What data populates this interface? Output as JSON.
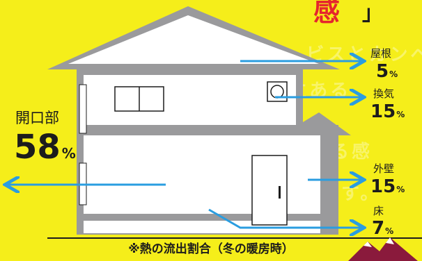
{
  "header_accent": "感",
  "header_quote": "」",
  "background_lines": [
    "が、をすえた。ビスとカンペ",
    "の思いで倒立ある",
    "ミ。レネうといる感",
    "思想習慣が重要です。"
  ],
  "items": {
    "roof": {
      "label": "屋根",
      "value": "5",
      "unit": "%"
    },
    "ventilation": {
      "label": "換気",
      "value": "15",
      "unit": "%"
    },
    "openings": {
      "label": "開口部",
      "value": "58",
      "unit": "%"
    },
    "walls": {
      "label": "外壁",
      "value": "15",
      "unit": "%"
    },
    "floor": {
      "label": "床",
      "value": "7",
      "unit": "%"
    }
  },
  "caption": "※熱の流出割合（冬の暖房時）",
  "colors": {
    "background": "#f5ee1a",
    "house_wall": "#9a9a9c",
    "house_interior": "#ffffff",
    "arrow": "#2a9de0",
    "text": "#1c1c1c",
    "accent": "#e5262d",
    "corner_mountain": "#8a1a3c"
  }
}
